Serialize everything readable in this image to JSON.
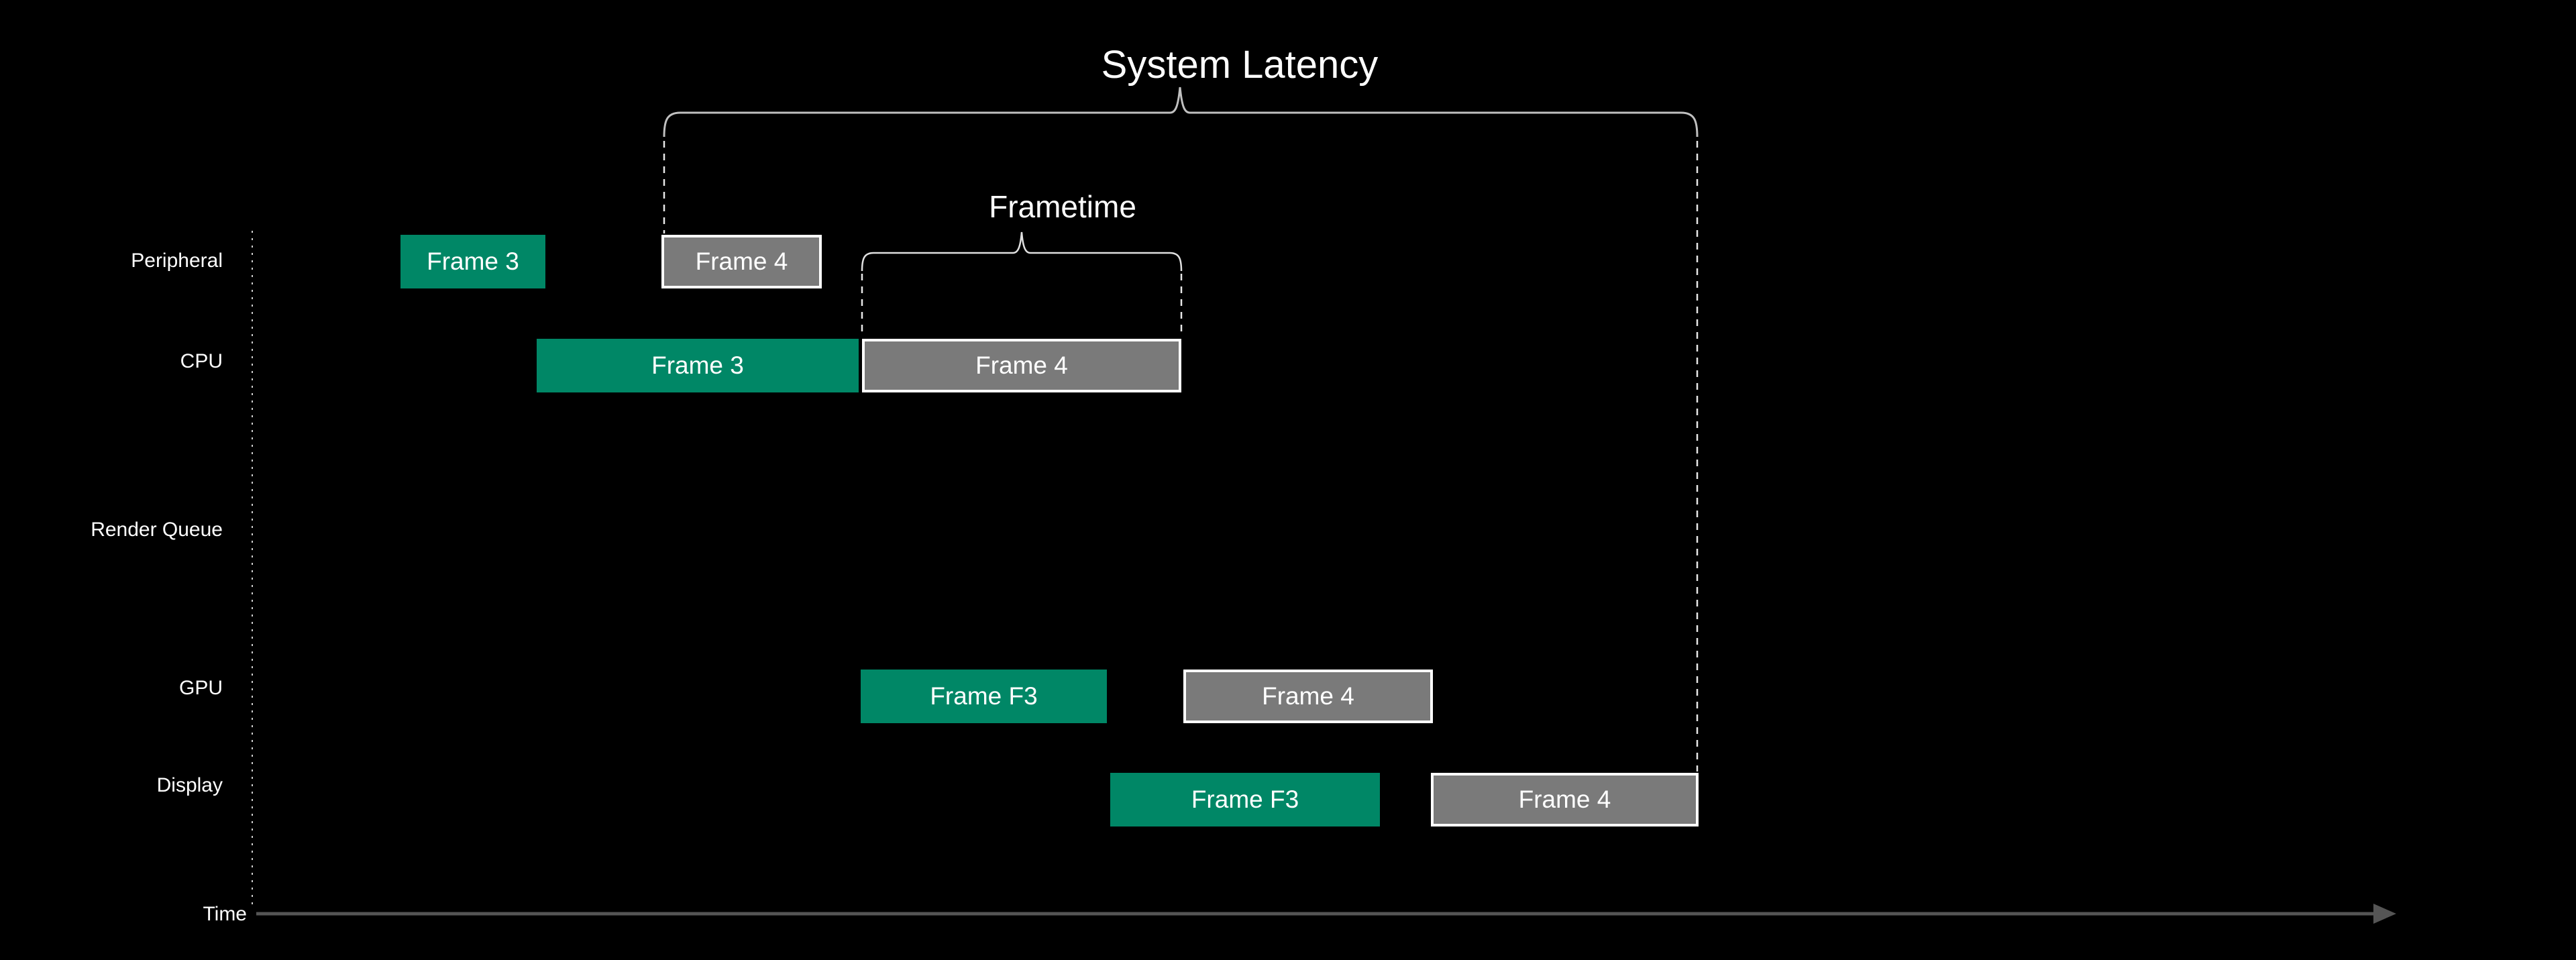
{
  "diagram": {
    "title": "System Latency",
    "frametime_label": "Frametime",
    "time_axis_label": "Time",
    "rows": [
      {
        "label": "Peripheral",
        "bars": [
          {
            "label": "Frame 3",
            "type": "green"
          },
          {
            "label": "Frame 4",
            "type": "gray"
          }
        ]
      },
      {
        "label": "CPU",
        "bars": [
          {
            "label": "Frame 3",
            "type": "green"
          },
          {
            "label": "Frame 4",
            "type": "gray"
          }
        ]
      },
      {
        "label": "Render Queue",
        "bars": []
      },
      {
        "label": "GPU",
        "bars": [
          {
            "label": "Frame F3",
            "type": "green"
          },
          {
            "label": "Frame 4",
            "type": "gray"
          }
        ]
      },
      {
        "label": "Display",
        "bars": [
          {
            "label": "Frame F3",
            "type": "green"
          },
          {
            "label": "Frame 4",
            "type": "gray"
          }
        ]
      }
    ],
    "colors": {
      "background": "#000000",
      "frame3_green": "#008766",
      "frame4_gray": "#7a7a7a",
      "bar_border": "#ffffff",
      "text": "#ffffff",
      "time_axis_gray": "#555555",
      "bracket_line": "#c0c0c0"
    }
  }
}
